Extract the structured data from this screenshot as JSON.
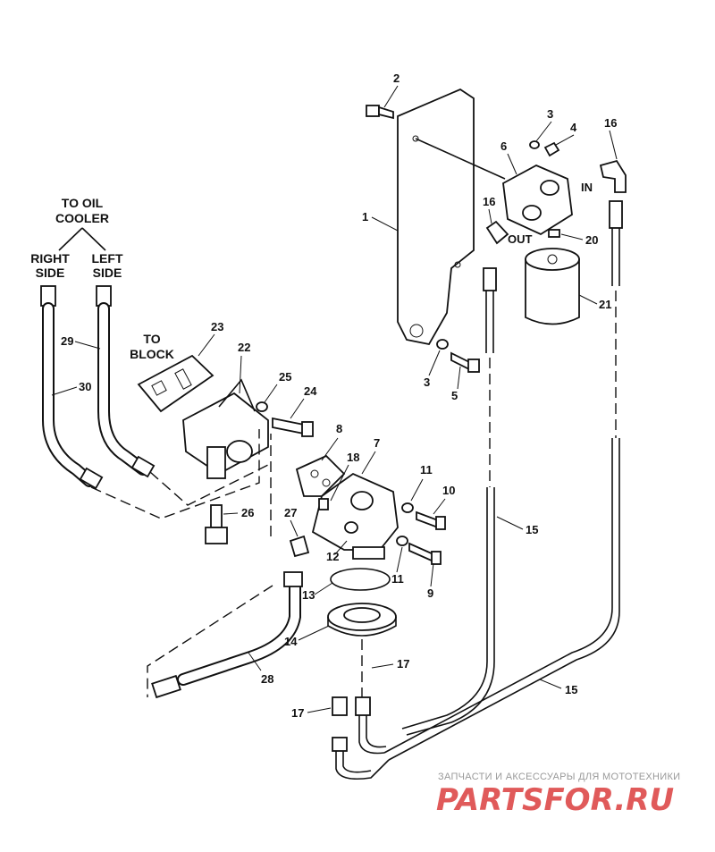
{
  "headers": {
    "to_oil_cooler_1": "TO OIL",
    "to_oil_cooler_2": "COOLER",
    "right_side_1": "RIGHT",
    "right_side_2": "SIDE",
    "left_side_1": "LEFT",
    "left_side_2": "SIDE",
    "to_block_1": "TO",
    "to_block_2": "BLOCK",
    "in_label": "IN",
    "out_label": "OUT"
  },
  "callouts": [
    "1",
    "2",
    "3",
    "4",
    "6",
    "16",
    "16",
    "20",
    "21",
    "3",
    "5",
    "23",
    "22",
    "25",
    "24",
    "29",
    "30",
    "8",
    "18",
    "7",
    "11",
    "10",
    "27",
    "12",
    "26",
    "11",
    "9",
    "13",
    "14",
    "17",
    "17",
    "28",
    "15",
    "15"
  ],
  "watermark": {
    "top_text": "ЗАПЧАСТИ И АКСЕССУАРЫ ДЛЯ МОТОТЕХНИКИ",
    "logo": "PARTSFOR.RU"
  }
}
